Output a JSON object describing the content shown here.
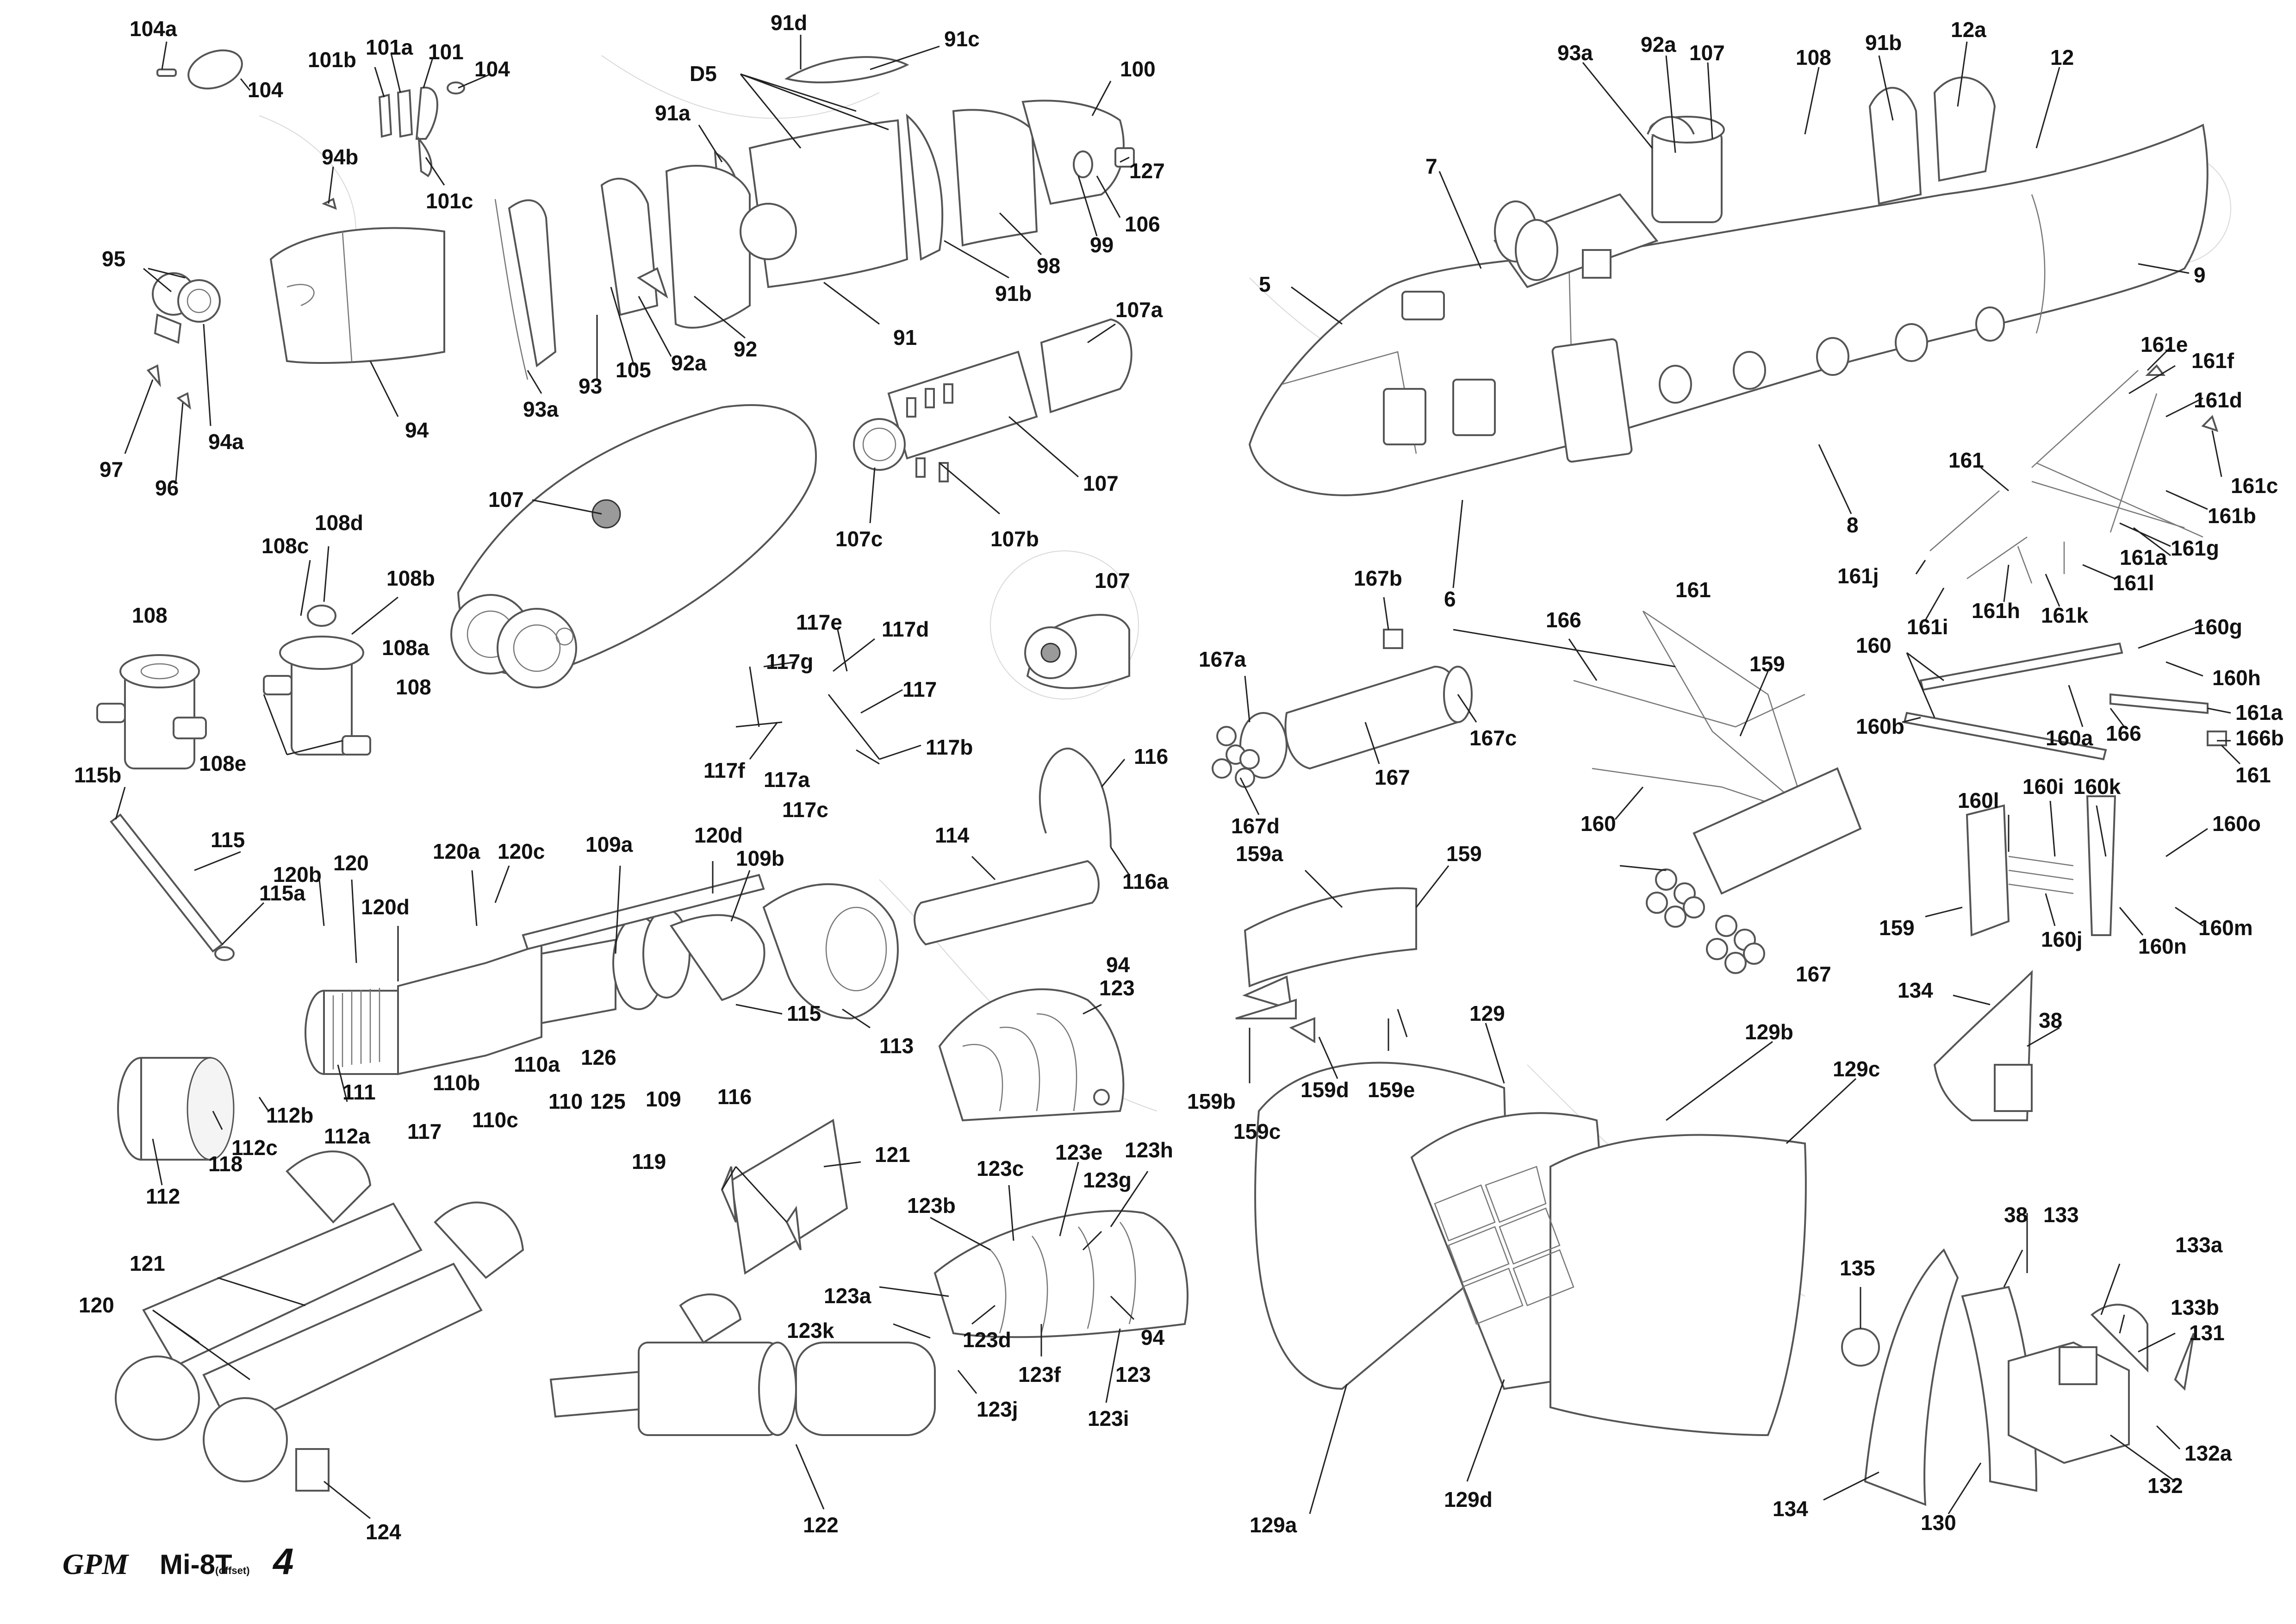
{
  "footer": {
    "brand": "GPM",
    "model": "Mi-8T",
    "sub": "(offset)",
    "page": "4"
  },
  "labels": {
    "l104a": "104a",
    "l104": "104",
    "l101b": "101b",
    "l101a": "101a",
    "l101": "101",
    "l104b": "104",
    "l101c": "101c",
    "l94b": "94b",
    "l95": "95",
    "l94a": "94a",
    "l97": "97",
    "l96": "96",
    "l94": "94",
    "l91d": "91d",
    "l91c": "91c",
    "lD5": "D5",
    "l91a": "91a",
    "l100": "100",
    "l127": "127",
    "l106": "106",
    "l99": "99",
    "l98": "98",
    "l91b": "91b",
    "l91": "91",
    "l92": "92",
    "l92a": "92a",
    "l105": "105",
    "l93": "93",
    "l93a": "93a",
    "l107a": "107a",
    "l107": "107",
    "l107b": "107b",
    "l107c": "107c",
    "l107e": "107",
    "l107f": "107",
    "l108": "108",
    "l108c": "108c",
    "l108d": "108d",
    "l108b": "108b",
    "l108a": "108a",
    "l108r": "108",
    "l108e": "108e",
    "l117e": "117e",
    "l117d": "117d",
    "l117g": "117g",
    "l117": "117",
    "l117f": "117f",
    "l117b": "117b",
    "l117a": "117a",
    "l117c": "117c",
    "l116": "116",
    "l116a": "116a",
    "l114": "114",
    "l115b": "115b",
    "l115": "115",
    "l115a": "115a",
    "l120b": "120b",
    "l120": "120",
    "l120d": "120d",
    "l120a": "120a",
    "l120c": "120c",
    "l109a": "109a",
    "l120d2": "120d",
    "l109b": "109b",
    "l115r": "115",
    "l113": "113",
    "l94c": "94",
    "l123": "123",
    "l112": "112",
    "l118": "118",
    "l112c": "112c",
    "l112b": "112b",
    "l112a": "112a",
    "l111": "111",
    "l117r": "117",
    "l110b": "110b",
    "l110c": "110c",
    "l110a": "110a",
    "l110": "110",
    "l126": "126",
    "l125": "125",
    "l109": "109",
    "l116r": "116",
    "l119": "119",
    "l121": "121",
    "l121b": "121",
    "l120r": "120",
    "l124": "124",
    "l122": "122",
    "l123c": "123c",
    "l123e": "123e",
    "l123h": "123h",
    "l123g": "123g",
    "l123b": "123b",
    "l123a": "123a",
    "l123k": "123k",
    "l123d": "123d",
    "l123f": "123f",
    "l94d": "94",
    "l123r": "123",
    "l123i": "123i",
    "l123j": "123j",
    "l93ar": "93a",
    "l92ar": "92a",
    "l107r": "107",
    "l108t": "108",
    "l91br": "91b",
    "l12a": "12a",
    "l12": "12",
    "l7": "7",
    "l5": "5",
    "l9": "9",
    "l8": "8",
    "l6": "6",
    "l161e": "161e",
    "l161f": "161f",
    "l161d": "161d",
    "l161": "161",
    "l161c": "161c",
    "l161b": "161b",
    "l161a": "161a",
    "l161g": "161g",
    "l161j": "161j",
    "l161l": "161l",
    "l161h": "161h",
    "l161k": "161k",
    "l161i": "161i",
    "l160": "160",
    "l160g": "160g",
    "l160h": "160h",
    "l161a2": "161a",
    "l160b": "160b",
    "l160a": "160a",
    "l166": "166",
    "l166b": "166b",
    "l161r": "161",
    "l167b": "167b",
    "l167a": "167a",
    "l167c": "167c",
    "l167": "167",
    "l167d": "167d",
    "l159a": "159a",
    "l161m": "161",
    "l166m": "166",
    "l159": "159",
    "l160m": "160",
    "l167m": "167",
    "l159r": "159",
    "l160l": "160l",
    "l160i": "160i",
    "l160k": "160k",
    "l160o": "160o",
    "l159s": "159",
    "l160j": "160j",
    "l160n": "160n",
    "l160m2": "160m",
    "l159b": "159b",
    "l159d": "159d",
    "l159e": "159e",
    "l159c": "159c",
    "l129": "129",
    "l129b": "129b",
    "l129c": "129c",
    "l129a": "129a",
    "l129d": "129d",
    "l134": "134",
    "l38": "38",
    "l38b": "38",
    "l133": "133",
    "l133a": "133a",
    "l133b": "133b",
    "l131": "131",
    "l135": "135",
    "l132a": "132a",
    "l132": "132",
    "l134b": "134",
    "l130": "130"
  }
}
